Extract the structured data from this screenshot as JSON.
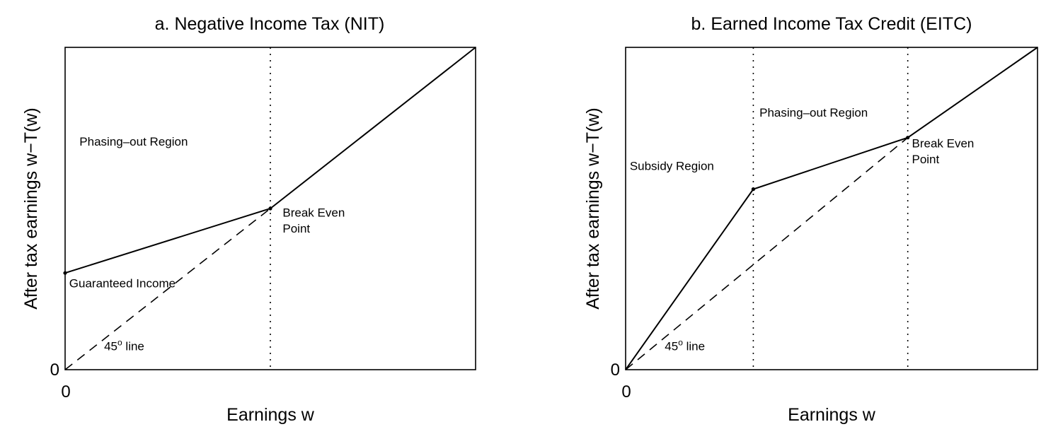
{
  "chart_data": [
    {
      "type": "line",
      "title": "a. Negative Income Tax (NIT)",
      "xlabel": "Earnings w",
      "ylabel": "After tax earnings w−T(w)",
      "xticks": [
        "0"
      ],
      "yticks": [
        "0"
      ],
      "xlim": [
        0,
        10
      ],
      "ylim": [
        0,
        10
      ],
      "grid": false,
      "series": [
        {
          "style": "solid",
          "x": [
            0,
            5,
            10
          ],
          "y": [
            3.0,
            5.0,
            10.0
          ]
        },
        {
          "style": "dashed",
          "x": [
            0,
            5
          ],
          "y": [
            0,
            5.0
          ]
        }
      ],
      "vlines": [
        5
      ],
      "annotations": [
        {
          "text": "Phasing–out Region",
          "x": 0.35,
          "y": 6.95
        },
        {
          "text": "Break Even",
          "x": 5.3,
          "y": 4.75
        },
        {
          "text": "Point",
          "x": 5.3,
          "y": 4.25
        },
        {
          "text": "Guaranteed Income",
          "x": 0.1,
          "y": 2.55
        },
        {
          "text": "45° line",
          "x": 0.95,
          "y": 0.6
        }
      ]
    },
    {
      "type": "line",
      "title": "b. Earned Income Tax Credit (EITC)",
      "xlabel": "Earnings w",
      "ylabel": "After tax earnings w−T(w)",
      "xticks": [
        "0"
      ],
      "yticks": [
        "0"
      ],
      "xlim": [
        0,
        10
      ],
      "ylim": [
        0,
        10
      ],
      "grid": false,
      "series": [
        {
          "style": "solid",
          "x": [
            0,
            3.1,
            6.85,
            10
          ],
          "y": [
            0,
            5.6,
            7.2,
            10.0
          ]
        },
        {
          "style": "dashed",
          "x": [
            0,
            6.85
          ],
          "y": [
            0,
            7.2
          ]
        }
      ],
      "vlines": [
        3.1,
        6.85
      ],
      "annotations": [
        {
          "text": "Subsidy Region",
          "x": 0.1,
          "y": 6.2
        },
        {
          "text": "Phasing–out Region",
          "x": 3.25,
          "y": 7.85
        },
        {
          "text": "Break Even",
          "x": 6.95,
          "y": 6.9
        },
        {
          "text": "Point",
          "x": 6.95,
          "y": 6.4
        },
        {
          "text": "45° line",
          "x": 0.95,
          "y": 0.6
        }
      ]
    }
  ]
}
